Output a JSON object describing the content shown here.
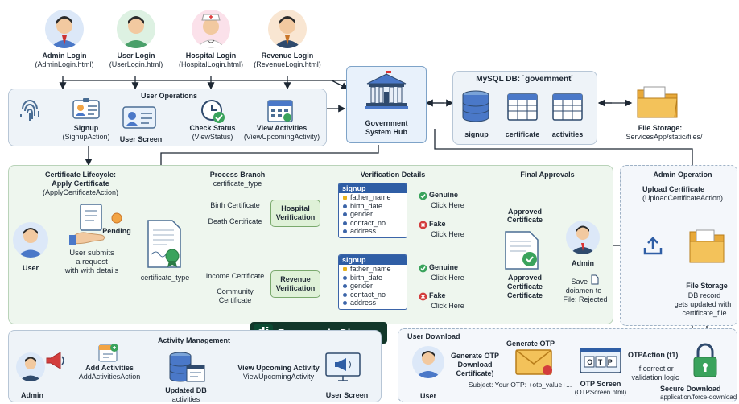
{
  "logins": [
    {
      "title": "Admin Login",
      "file": "(AdminLogin.html)",
      "color": "#4a78c8",
      "bg": "#dce8f8"
    },
    {
      "title": "User Login",
      "file": "(UserLogin.html)",
      "color": "#4aa06a",
      "bg": "#ddf1e2"
    },
    {
      "title": "Hospital Login",
      "file": "(HospitalLogin.html)",
      "color": "#d4517a",
      "bg": "#fbe1ea"
    },
    {
      "title": "Revenue Login",
      "file": "(RevenueLogin.html)",
      "color": "#c9762a",
      "bg": "#f9e6d2"
    }
  ],
  "user_ops": {
    "title": "User Operations",
    "signup": "Signup",
    "signup_action": "(SignupAction)",
    "user_screen": "User Screen",
    "check_status": "Check Status",
    "view_status": "(ViewStatus)",
    "view_activities": "View Activities",
    "view_upcoming": "(ViewUpcomingActivity)"
  },
  "hub": {
    "line1": "Government",
    "line2": "System Hub"
  },
  "db": {
    "title": "MySQL DB: `government`",
    "tables": [
      "signup",
      "certificate",
      "activities"
    ]
  },
  "storage": {
    "title": "File Storage:",
    "path": "`ServicesApp/static/files/`"
  },
  "lifecycle": {
    "line1": "Certificate Lifecycle:",
    "line2": "Apply Certificate",
    "line3": "(ApplyCertificateAction)",
    "user": "User",
    "pending": "Pending",
    "submits1": "User submits",
    "submits2": "a request",
    "submits3": "with with details",
    "cert_type": "certificate_type"
  },
  "branch": {
    "title": "Process Branch",
    "sub": "certificate_type",
    "birth": "Birth Certificate",
    "death": "Death Certificate",
    "income": "Income Certificate",
    "community1": "Community",
    "community2": "Certificate",
    "hospital1": "Hospital",
    "hospital2": "Verification",
    "revenue1": "Revenue",
    "revenue2": "Verification"
  },
  "verify": {
    "title": "Verification Details",
    "table_name": "signup",
    "fields": [
      "father_name",
      "birth_date",
      "gender",
      "contact_no",
      "address"
    ],
    "genuine": "Genuine",
    "fake": "Fake",
    "click": "Click Here"
  },
  "final": {
    "title": "Final Approvals",
    "approved1": "Approved",
    "approved2": "Certificate",
    "approved3": "Approved",
    "approved4": "Certificate",
    "approved5": "Certificate",
    "admin": "Admin",
    "save1": "Save",
    "save2": "doiamen to",
    "save3": "File: Rejected"
  },
  "admin_op": {
    "title": "Admin Operation",
    "upload": "Upload Certificate",
    "upload_action": "(UploadCertificateAction)",
    "storage": "File Storage",
    "db1": "DB record",
    "db2": "gets updated with",
    "db3": "certificate_file"
  },
  "django": {
    "badge": "dj",
    "label": "Framework: Django"
  },
  "activity": {
    "title": "Activity Management",
    "admin": "Admin",
    "add": "Add Activities",
    "add_action": "AddActivitiesAction",
    "updated1": "Updated DB",
    "updated2": "activities",
    "view": "View Upcoming Activity",
    "view_action": "ViewUpcomingActivity",
    "screen": "User Screen"
  },
  "download": {
    "title": "User Download",
    "user": "User",
    "gen1": "Generate OTP",
    "gen2": "Download",
    "gen3": "Certificate)",
    "gen_otp": "Generate OTP",
    "subject": "Subject: Your OTP: +otp_value+...",
    "otp_screen": "OTP Screen",
    "otp_file": "(OTPScreen.html)",
    "otp_boxes": "O T P",
    "otp_action": "OTPAction (t1)",
    "correct1": "If correct or",
    "correct2": "validation logic",
    "secure": "Secure Download",
    "secure_path": "application/force-download"
  }
}
